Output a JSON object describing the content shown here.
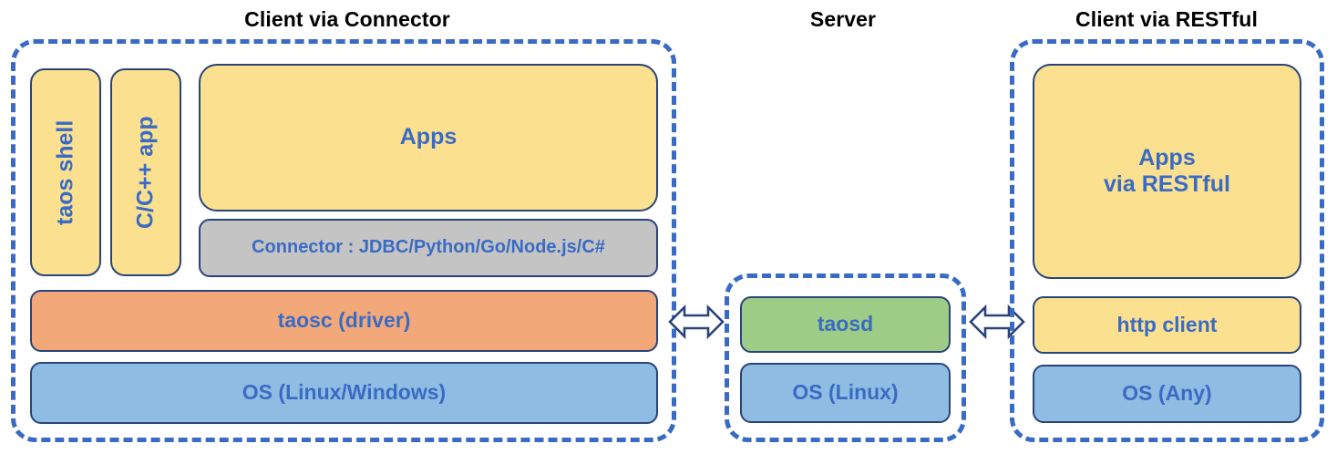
{
  "diagram": {
    "title": "TDengine architecture: client / server connectivity",
    "colors": {
      "dashed_border": "#3a6bc4",
      "box_border": "#2a4478",
      "label_text": "#3a6bc4",
      "heading_text": "#000000",
      "yellow": "#fbe08f",
      "orange": "#f3a87a",
      "blue": "#8fbce2",
      "green": "#9dcc86",
      "gray": "#c4c4c4",
      "background": "#ffffff"
    },
    "headings": {
      "left": "Client via Connector",
      "middle": "Server",
      "right": "Client via RESTful"
    },
    "left_panel": {
      "taos_shell": "taos shell",
      "c_cpp_app": "C/C++ app",
      "apps": "Apps",
      "connector": "Connector : JDBC/Python/Go/Node.js/C#",
      "taosc": "taosc (driver)",
      "os": "OS (Linux/Windows)"
    },
    "middle_panel": {
      "taosd": "taosd",
      "os": "OS (Linux)"
    },
    "right_panel": {
      "apps_line1": "Apps",
      "apps_line2": "via RESTful",
      "http_client": "http client",
      "os": "OS (Any)"
    },
    "arrows": {
      "left_to_server": "bidirectional-arrow",
      "server_to_right": "bidirectional-arrow"
    }
  }
}
